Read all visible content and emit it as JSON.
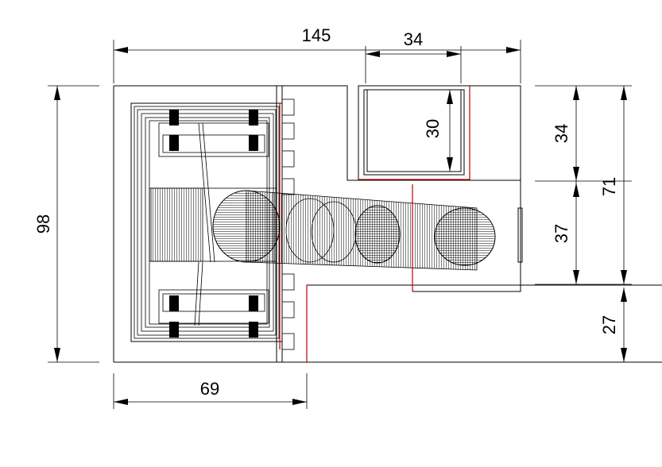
{
  "drawing": {
    "dimensions": {
      "overall_width": "145",
      "top_right_width": "34",
      "overall_height": "98",
      "upper_box_height": "34",
      "right_height": "71",
      "inner_box_height": "30",
      "middle_height": "37",
      "lower_step_height": "27",
      "bottom_width": "69"
    },
    "colors": {
      "line": "#000000",
      "accent": "#c00000",
      "background": "#ffffff"
    }
  }
}
